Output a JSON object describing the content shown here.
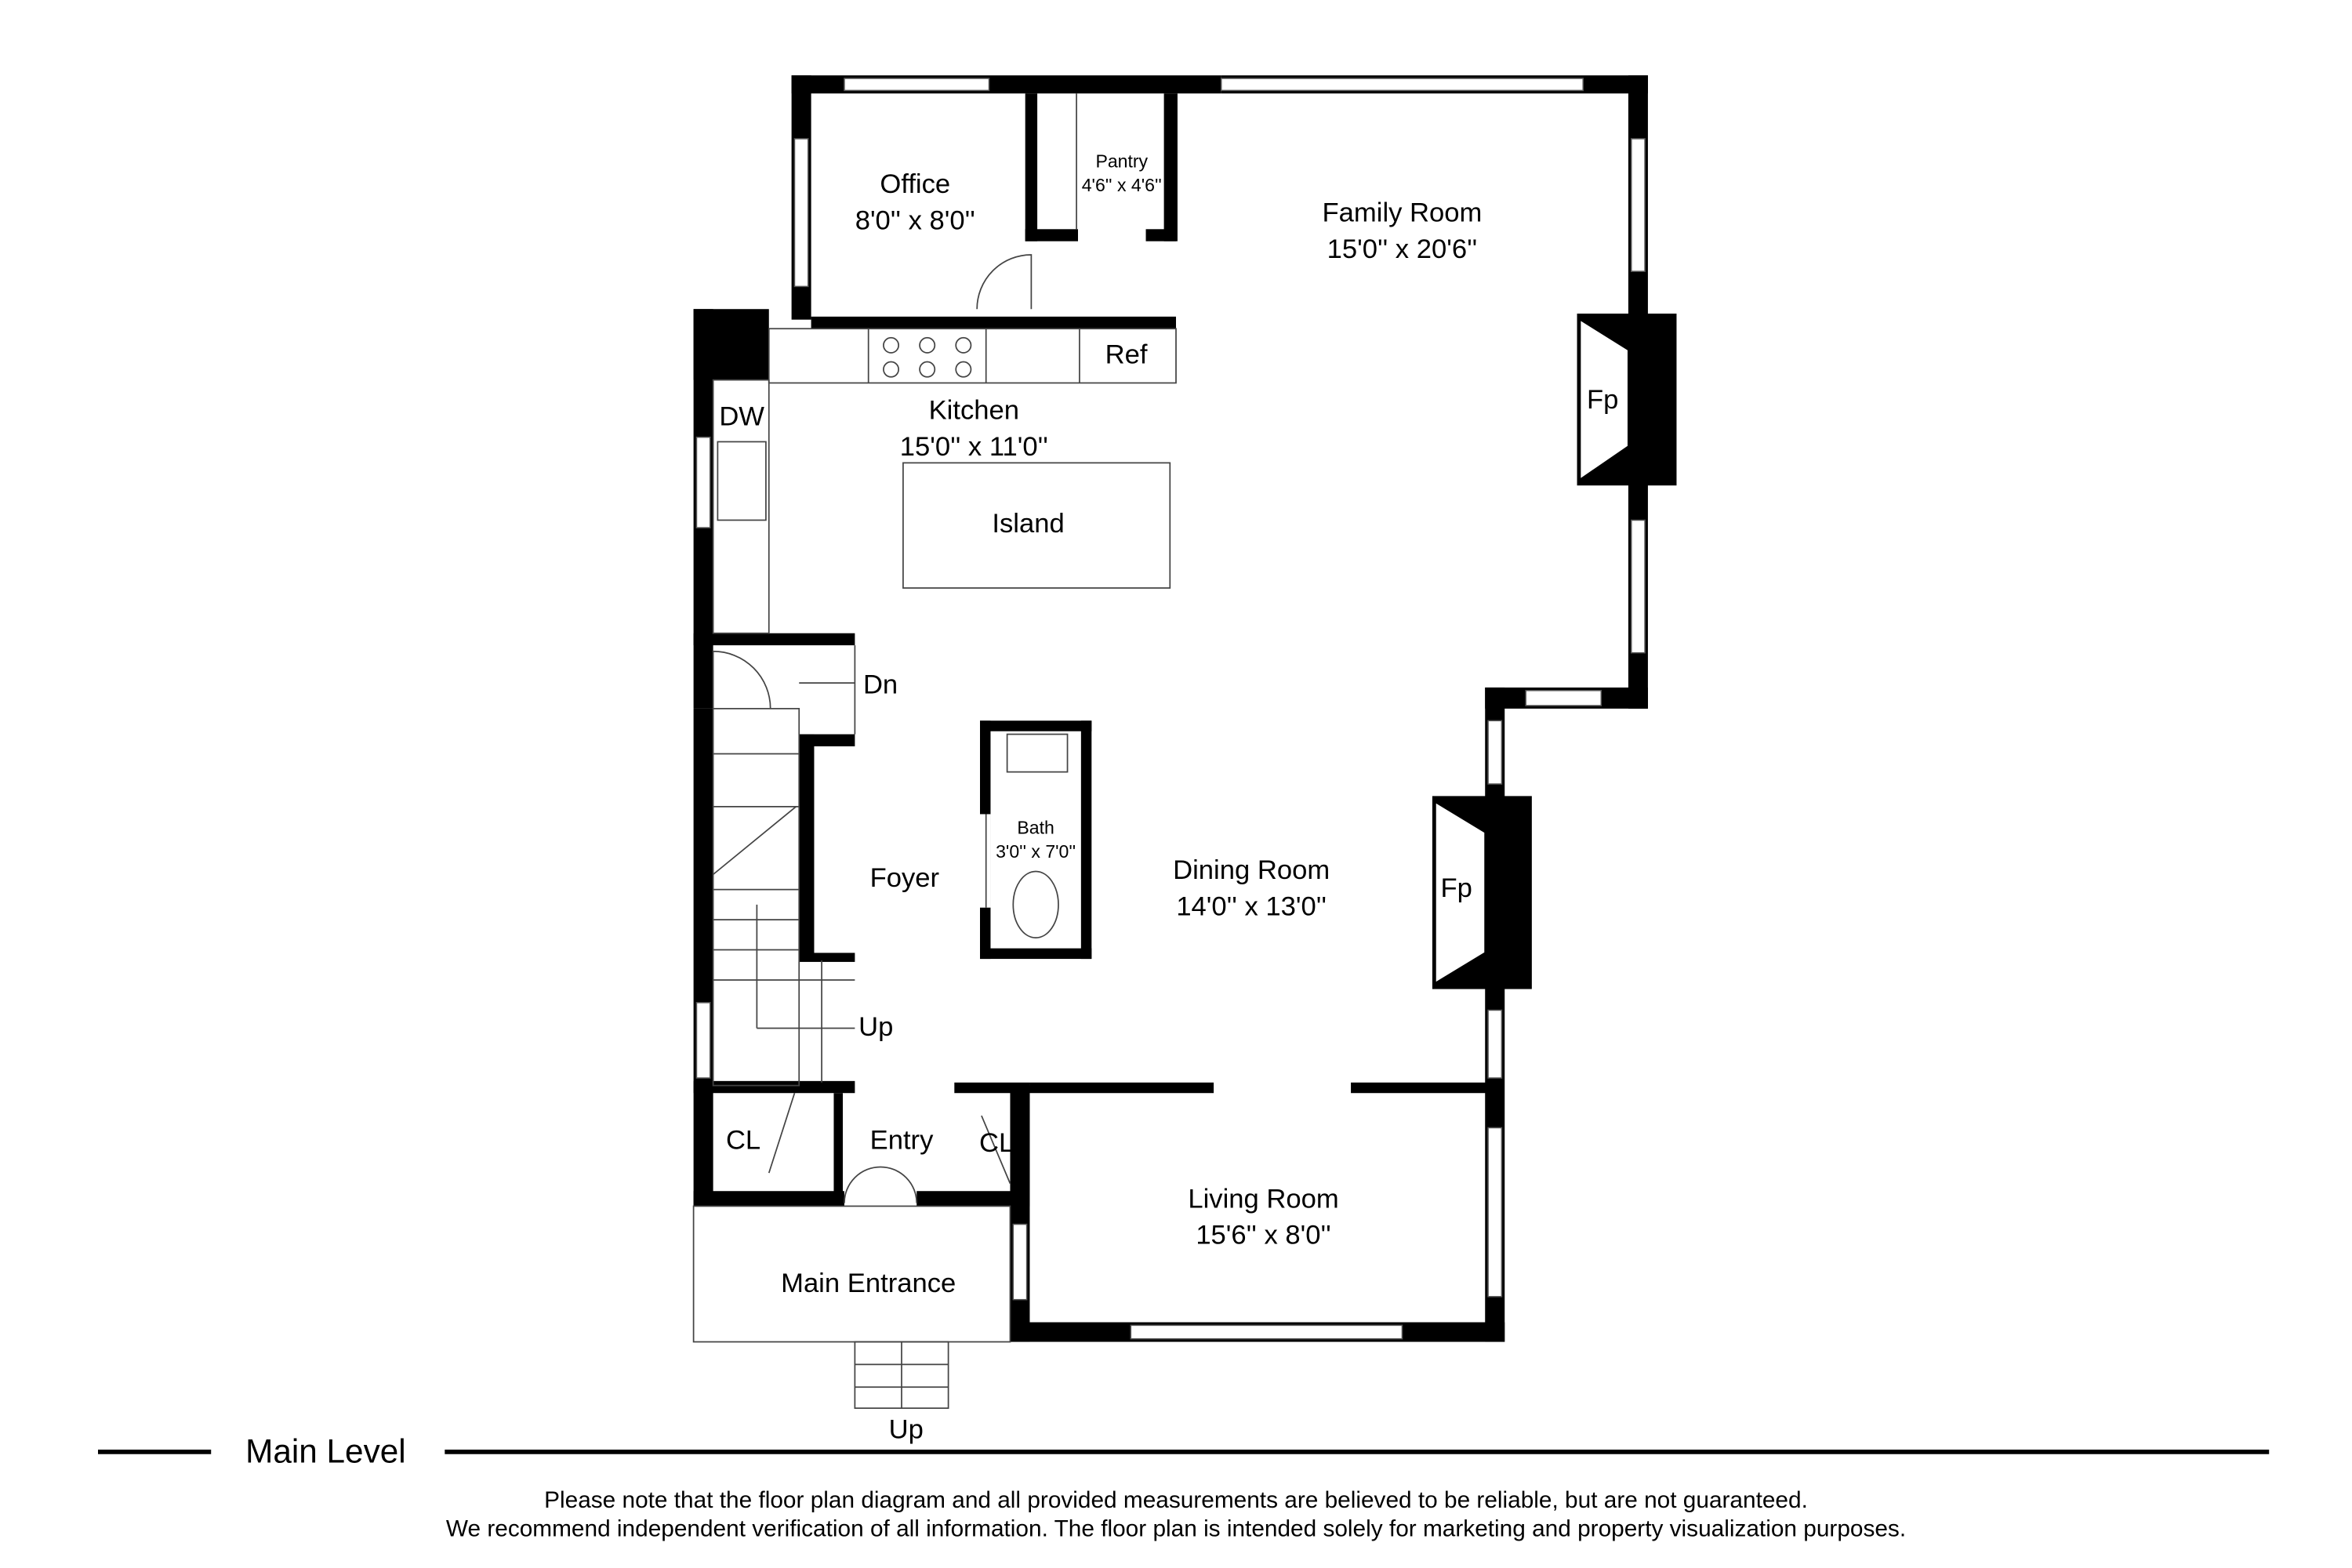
{
  "rooms": {
    "office": {
      "name": "Office",
      "dims": "8'0'' x 8'0''"
    },
    "pantry": {
      "name": "Pantry",
      "dims": "4'6'' x 4'6''"
    },
    "family_room": {
      "name": "Family Room",
      "dims": "15'0'' x 20'6''"
    },
    "kitchen": {
      "name": "Kitchen",
      "dims": "15'0'' x 11'0''"
    },
    "bath": {
      "name": "Bath",
      "dims": "3'0'' x 7'0''"
    },
    "dining_room": {
      "name": "Dining Room",
      "dims": "14'0'' x 13'0''"
    },
    "living_room": {
      "name": "Living Room",
      "dims": "15'6'' x 8'0''"
    },
    "foyer": {
      "name": "Foyer"
    },
    "entry": {
      "name": "Entry"
    },
    "main_entrance": {
      "name": "Main Entrance"
    }
  },
  "fixtures": {
    "ref": "Ref",
    "dw": "DW",
    "island": "Island",
    "fp1": "Fp",
    "fp2": "Fp",
    "cl1": "CL",
    "cl2": "CL",
    "dn": "Dn",
    "up_stairs": "Up",
    "up_entrance": "Up"
  },
  "level_title": "Main Level",
  "disclaimer": [
    "Please note that the floor plan diagram and all provided measurements are believed to be reliable, but are not guaranteed.",
    "We recommend independent verification of all information. The floor plan is intended solely for marketing and property visualization purposes."
  ]
}
